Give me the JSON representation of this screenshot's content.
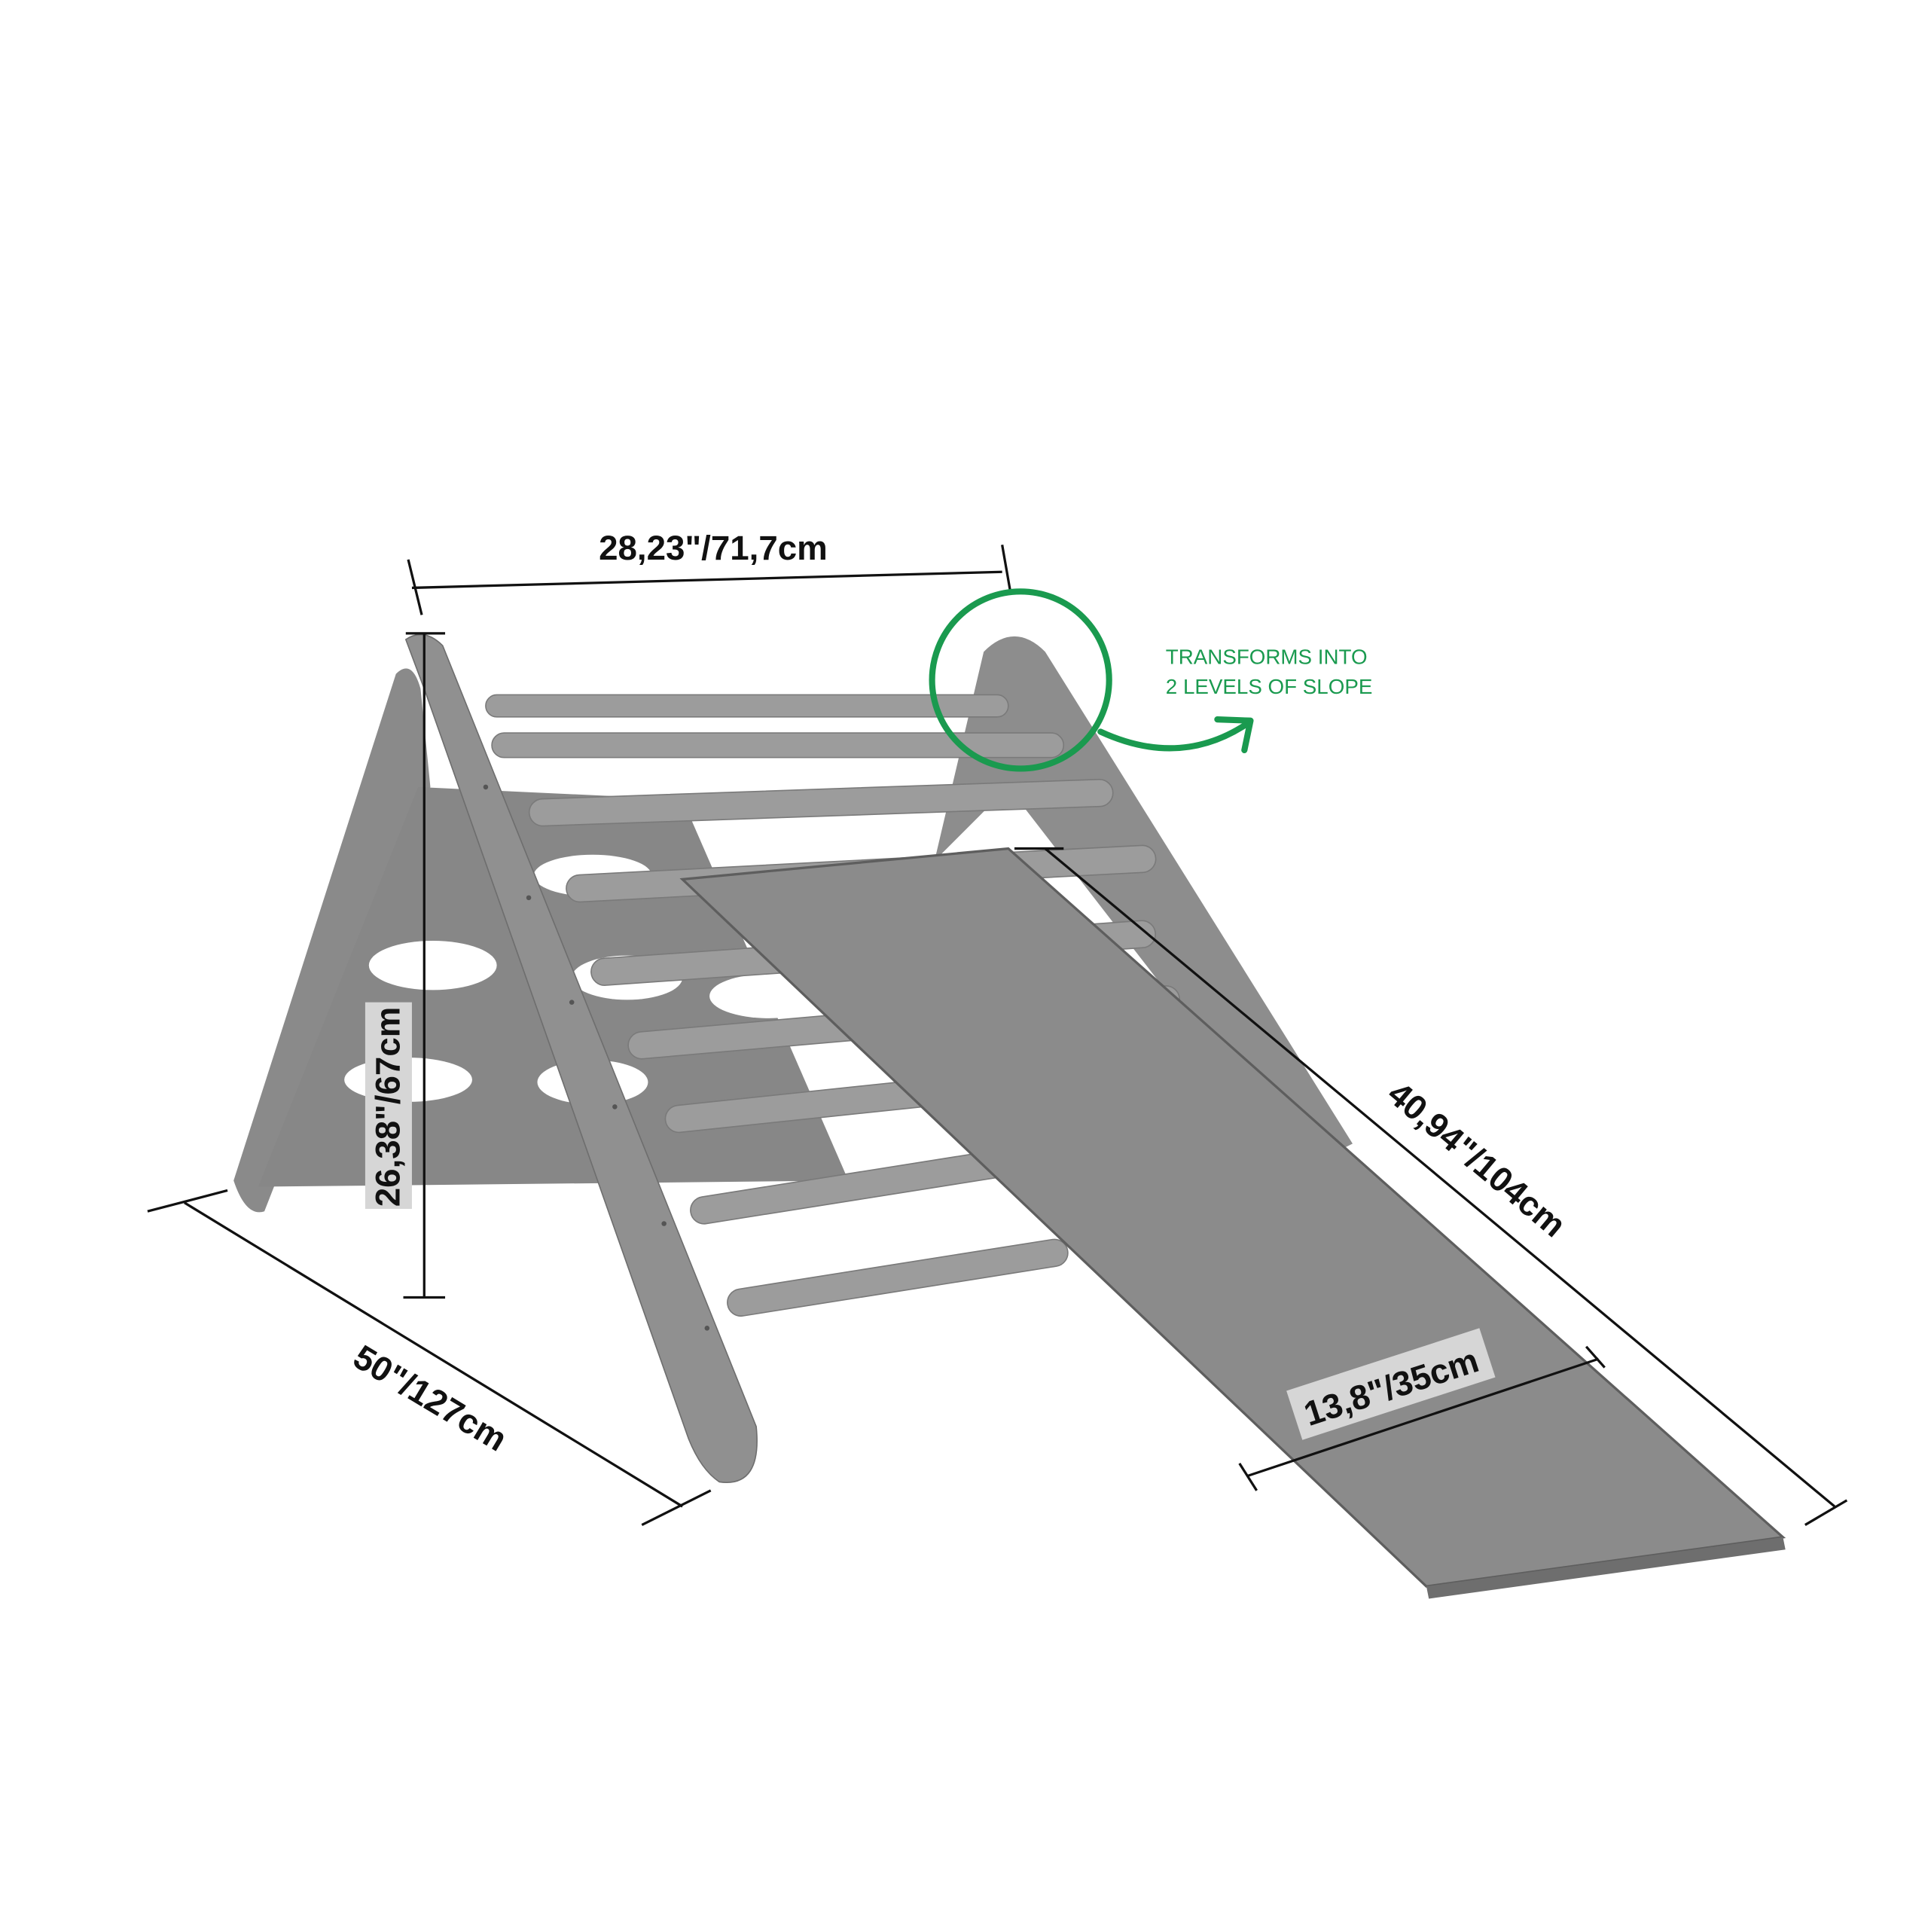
{
  "diagram": {
    "subject": "Wooden climbing triangle with ramp",
    "colors": {
      "wood": "#8c8c8c",
      "wood_dark": "#707070",
      "wood_light": "#a3a3a3",
      "ramp": "#8a8a8a",
      "dimension_line": "#111111",
      "label_box": "#d6d6d6",
      "accent_green": "#1a9a4f"
    },
    "dimensions": {
      "top_width": "28,23\"/71,7cm",
      "height": "26,38\"/67cm",
      "base_depth": "50\"/127cm",
      "ramp_length": "40,94\"/104cm",
      "ramp_width": "13,8\"/35cm"
    },
    "callout": {
      "line1": "TRANSFORMS INTO",
      "line2": "2 LEVELS OF SLOPE",
      "icon": "curved-arrow-icon",
      "highlight": "circle-highlight"
    }
  }
}
